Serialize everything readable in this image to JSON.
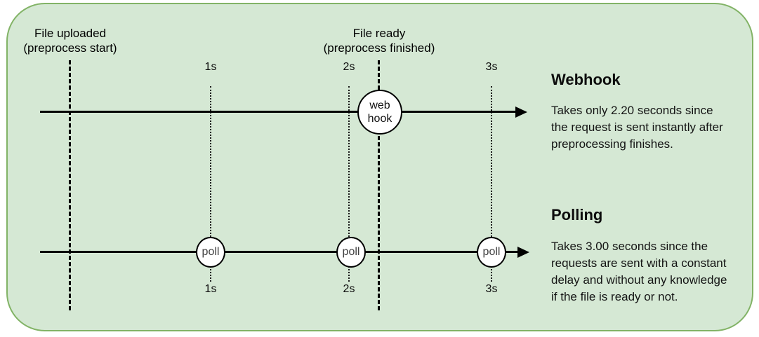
{
  "colors": {
    "canvas_fill": "#d5e8d4",
    "canvas_stroke": "#82b366",
    "ink": "#000000",
    "node_fill": "#ffffff"
  },
  "events": {
    "file_uploaded": {
      "title": "File uploaded",
      "subtitle": "(preprocess start)",
      "time_s": 0
    },
    "file_ready": {
      "title": "File ready",
      "subtitle": "(preprocess finished)",
      "time_s": 2.2
    }
  },
  "ticks": {
    "top": [
      "1s",
      "2s",
      "3s"
    ],
    "bottom": [
      "1s",
      "2s",
      "3s"
    ]
  },
  "webhook": {
    "heading": "Webhook",
    "node": {
      "line1": "web",
      "line2": "hook",
      "time_s": 2.2
    },
    "description_lines": [
      "Takes only 2.20 seconds since",
      "the request is sent instantly after",
      "preprocessing finishes."
    ]
  },
  "polling": {
    "heading": "Polling",
    "nodes": [
      "poll",
      "poll",
      "poll"
    ],
    "node_times_s": [
      1,
      2,
      3
    ],
    "description_lines": [
      "Takes 3.00 seconds since the",
      "requests are sent with a constant",
      "delay and without any knowledge",
      "if the file is ready or not."
    ]
  }
}
